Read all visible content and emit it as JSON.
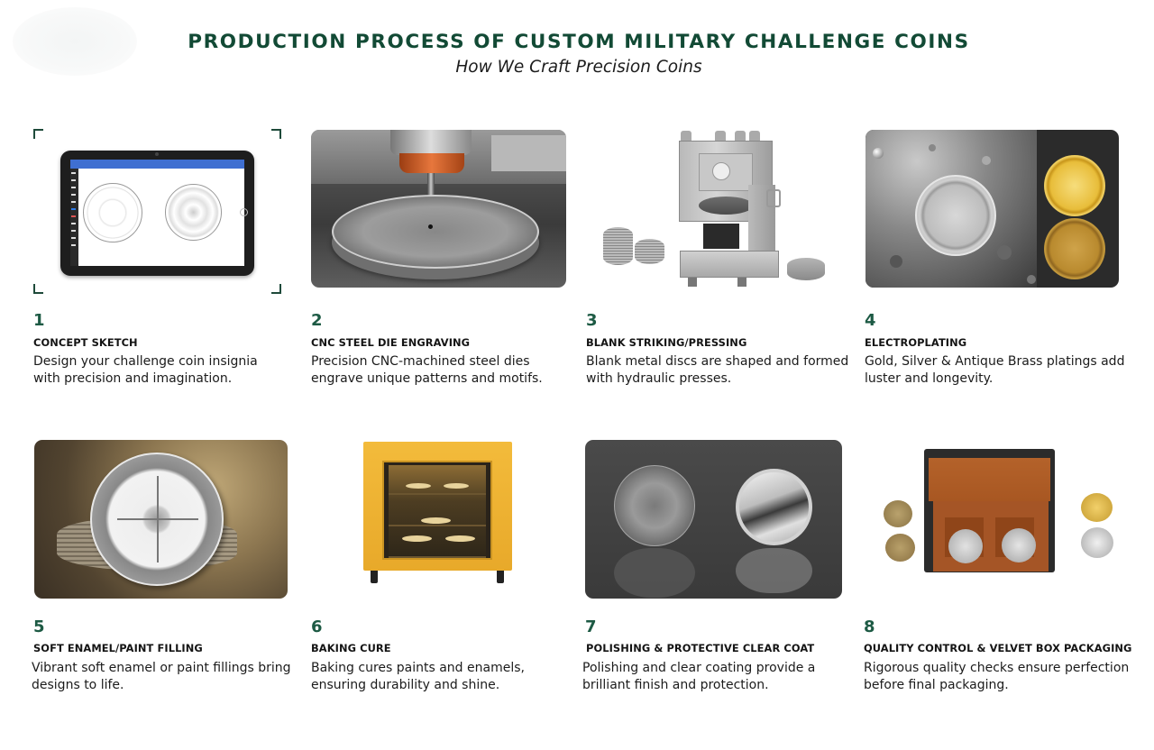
{
  "header": {
    "title": "PRODUCTION PROCESS OF CUSTOM MILITARY CHALLENGE COINS",
    "subtitle": "How We Craft Precision Coins"
  },
  "colors": {
    "title_green": "#124a35",
    "step_number_green": "#1d5a44",
    "text_dark": "#1b1b1b",
    "oven_yellow": "#f0b432",
    "velvet_orange": "#b8642b"
  },
  "steps": [
    {
      "number": "1",
      "title": "CONCEPT SKETCH",
      "description_line1": "Design your challenge coin insignia",
      "description_line2": "with precision and imagination.",
      "image": "tablet-coin-sketch-icon"
    },
    {
      "number": "2",
      "title": "CNC STEEL DIE ENGRAVING",
      "description_line1": "Precision CNC-machined steel dies",
      "description_line2": "engrave unique patterns and motifs.",
      "image": "cnc-machine-die-icon"
    },
    {
      "number": "3",
      "title": "BLANK STRIKING/PRESSING",
      "description_line1": "Blank metal discs are shaped and formed",
      "description_line2": "with hydraulic presses.",
      "image": "hydraulic-press-icon"
    },
    {
      "number": "4",
      "title": "ELECTROPLATING",
      "description_line1": "Gold, Silver & Antique Brass platings add",
      "description_line2": "luster and longevity.",
      "image": "electroplating-coins-icon"
    },
    {
      "number": "5",
      "title": "SOFT ENAMEL/PAINT FILLING",
      "description_line1": "Vibrant soft enamel or paint fillings bring",
      "description_line2": "designs to life.",
      "image": "enamel-coin-icon"
    },
    {
      "number": "6",
      "title": "BAKING CURE",
      "description_line1": "Baking cures paints and enamels,",
      "description_line2": "ensuring durability and shine.",
      "image": "curing-oven-icon"
    },
    {
      "number": "7",
      "title": "POLISHING & PROTECTIVE CLEAR COAT",
      "description_line1": "Polishing and clear coating provide a",
      "description_line2": "brilliant finish and protection.",
      "image": "polished-coins-icon"
    },
    {
      "number": "8",
      "title": "QUALITY CONTROL & VELVET BOX PACKAGING",
      "description_line1": "Rigorous quality checks ensure perfection",
      "description_line2": "before final packaging.",
      "image": "velvet-box-icon"
    }
  ]
}
